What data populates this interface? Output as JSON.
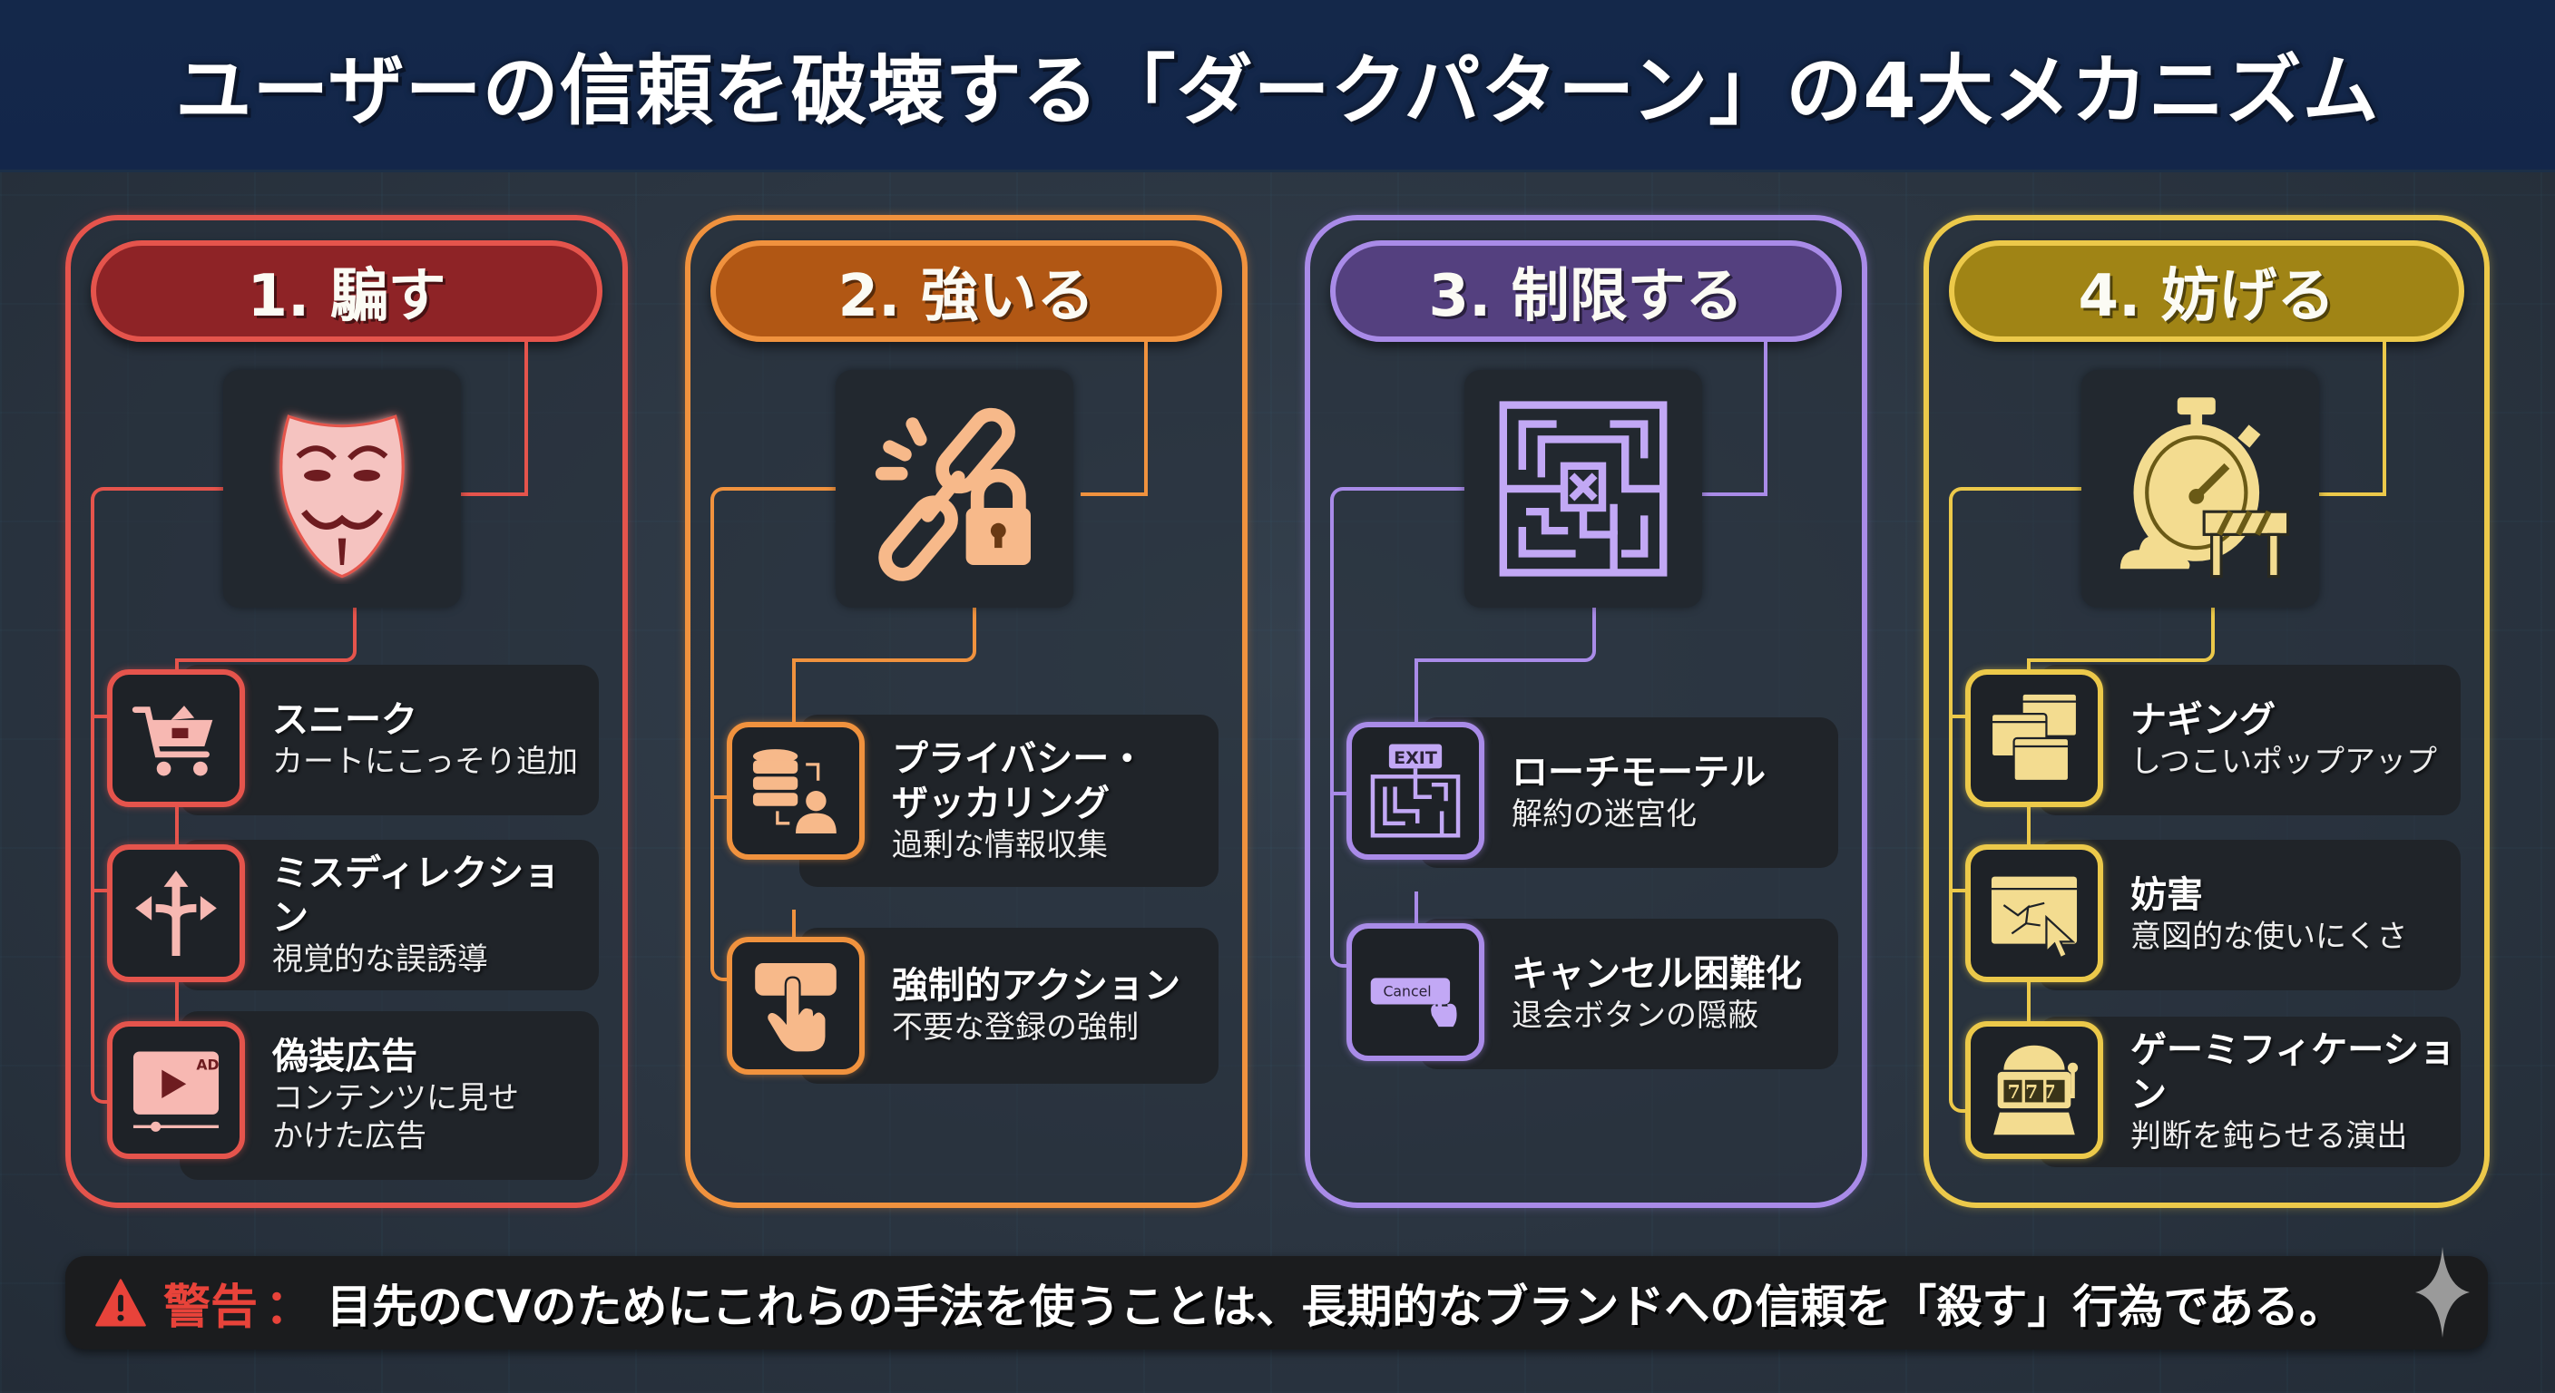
{
  "header": {
    "title": "ユーザーの信頼を破壊する「ダークパターン」の4大メカニズム"
  },
  "colors": {
    "header_bg": "#13264a",
    "background": "#2a3542",
    "red": "#e5544c",
    "red_fill": "#8e2326",
    "orange": "#f0923e",
    "orange_fill": "#b15714",
    "purple": "#a98be8",
    "purple_fill": "#54407f",
    "gold": "#ecc94a",
    "gold_fill": "#a08415",
    "warning_red": "#e8433a"
  },
  "categories": [
    {
      "heading": "1. 騙す",
      "hero_icon": "mask-icon",
      "items": [
        {
          "title": "スニーク",
          "desc": "カートにこっそり追加",
          "icon": "shopping-cart-icon"
        },
        {
          "title": "ミスディレクション",
          "desc": "視覚的な誤誘導",
          "icon": "split-arrows-icon"
        },
        {
          "title": "偽装広告",
          "desc": "コンテンツに見せ\nかけた広告",
          "icon": "video-ad-icon",
          "icon_text": "AD"
        }
      ]
    },
    {
      "heading": "2. 強いる",
      "hero_icon": "chain-lock-icon",
      "items": [
        {
          "title": "プライバシー・\nザッカリング",
          "desc": "過剰な情報収集",
          "icon": "database-user-icon"
        },
        {
          "title": "強制的アクション",
          "desc": "不要な登録の強制",
          "icon": "tap-button-icon"
        }
      ]
    },
    {
      "heading": "3. 制限する",
      "hero_icon": "maze-icon",
      "items": [
        {
          "title": "ローチモーテル",
          "desc": "解約の迷宮化",
          "icon": "exit-maze-icon",
          "icon_text": "EXIT"
        },
        {
          "title": "キャンセル困難化",
          "desc": "退会ボタンの隠蔽",
          "icon": "cancel-button-icon",
          "icon_text": "Cancel"
        }
      ]
    },
    {
      "heading": "4. 妨げる",
      "hero_icon": "stopwatch-barrier-icon",
      "items": [
        {
          "title": "ナギング",
          "desc": "しつこいポップアップ",
          "icon": "popup-windows-icon"
        },
        {
          "title": "妨害",
          "desc": "意図的な使いにくさ",
          "icon": "broken-window-cursor-icon"
        },
        {
          "title": "ゲーミフィケーション",
          "desc": "判断を鈍らせる演出",
          "icon": "slot-machine-icon",
          "icon_text": "777"
        }
      ]
    }
  ],
  "warning": {
    "icon": "warning-triangle-icon",
    "label": "警告",
    "colon": "：",
    "message": "目先のCVのためにこれらの手法を使うことは、長期的なブランドへの信頼を「殺す」行為である。"
  }
}
